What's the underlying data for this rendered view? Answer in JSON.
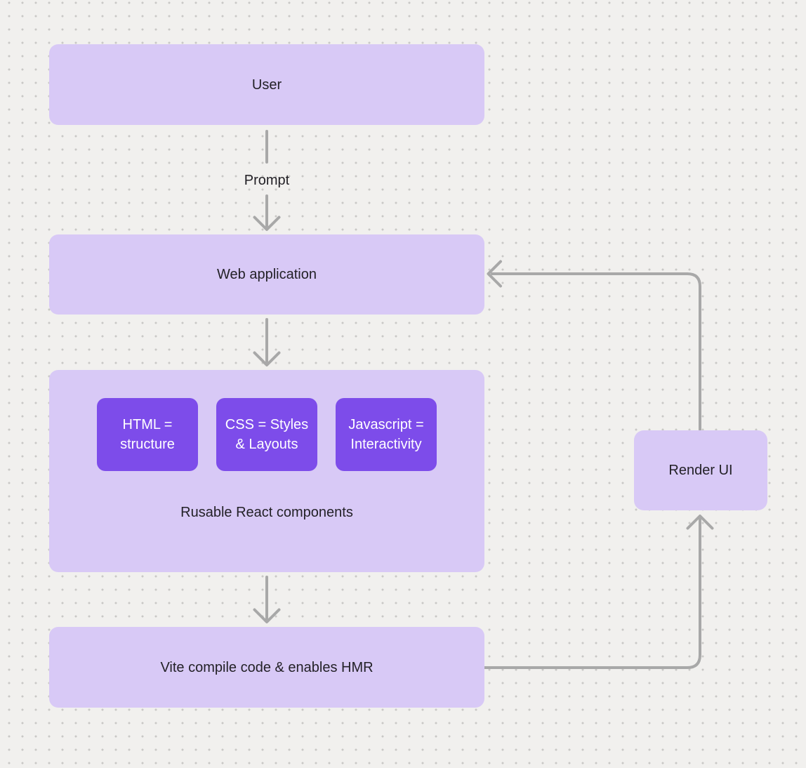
{
  "colors": {
    "background": "#f1f0ee",
    "grid_dot": "#c9c8c6",
    "node_fill": "#d8c9f6",
    "node_text": "#232127",
    "accent_fill": "#7d4cea",
    "accent_text": "#ffffff",
    "connector": "#a8a8a8"
  },
  "nodes": {
    "user": {
      "label": "User"
    },
    "web_application": {
      "label": "Web application"
    },
    "components_group": {
      "label": "Rusable React components",
      "children": [
        {
          "label": "HTML = structure",
          "lines": [
            "HTML =",
            "structure"
          ]
        },
        {
          "label": "CSS = Styles & Layouts",
          "lines": [
            "CSS = Styles",
            "& Layouts"
          ]
        },
        {
          "label": "Javascript = Interactivity",
          "lines": [
            "Javascript =",
            "Interactivity"
          ]
        }
      ]
    },
    "vite": {
      "label": "Vite compile code & enables HMR"
    },
    "render_ui": {
      "label": "Render UI"
    }
  },
  "connectors": {
    "prompt_label": "Prompt"
  }
}
